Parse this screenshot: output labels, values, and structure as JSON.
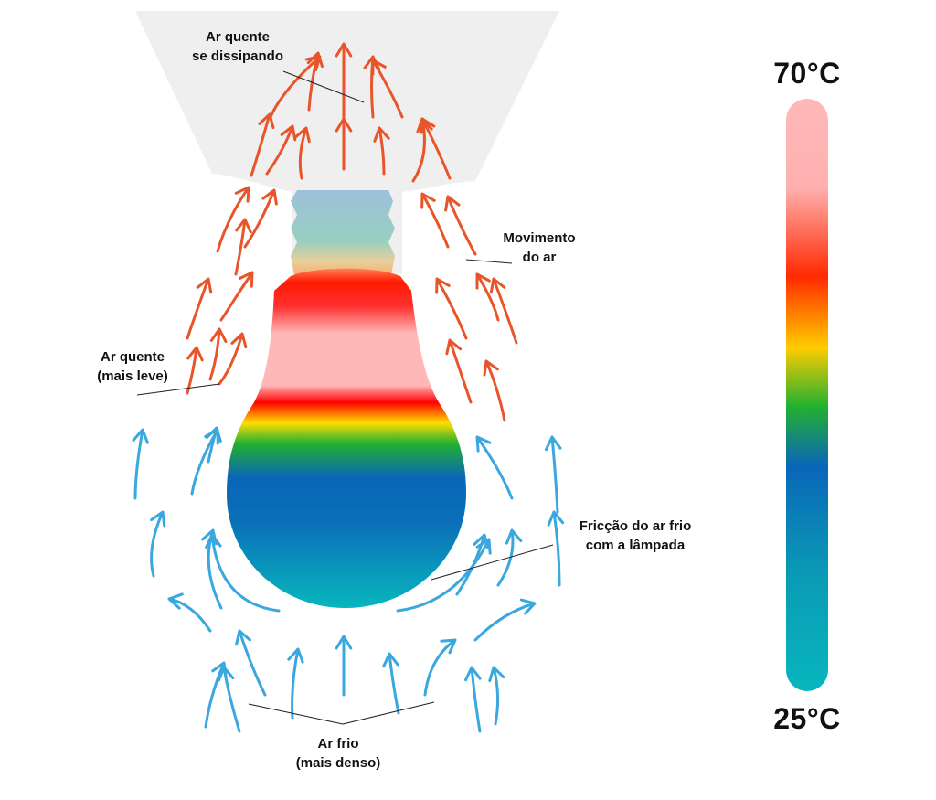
{
  "labels": {
    "hot_air_dissipating": [
      "Ar quente",
      "se dissipando"
    ],
    "air_movement": [
      "Movimento",
      "do ar"
    ],
    "hot_air_lighter": [
      "Ar quente",
      "(mais leve)"
    ],
    "cold_air_friction": [
      "Fricção do ar frio",
      "com a lâmpada"
    ],
    "cold_air_denser": [
      "Ar frio",
      "(mais denso)"
    ]
  },
  "scale": {
    "max_label": "70°C",
    "min_label": "25°C",
    "max_value": 70,
    "min_value": 25,
    "unit": "°C"
  },
  "colors": {
    "hot_arrow": "#e8552b",
    "cold_arrow": "#3ba7df",
    "exhaust_region": "#efefef",
    "leader_line": "#222222",
    "gradient_stops": [
      "#ffb3b3",
      "#ffb3b3",
      "#ff6a33",
      "#ff2000",
      "#ffcc00",
      "#2fbb2f",
      "#0a66b8",
      "#0a96b5",
      "#08b3be"
    ]
  },
  "icons": {
    "hot_arrow": "arrow-up-icon",
    "cold_arrow": "arrow-up-icon",
    "bulb": "light-bulb-icon"
  }
}
